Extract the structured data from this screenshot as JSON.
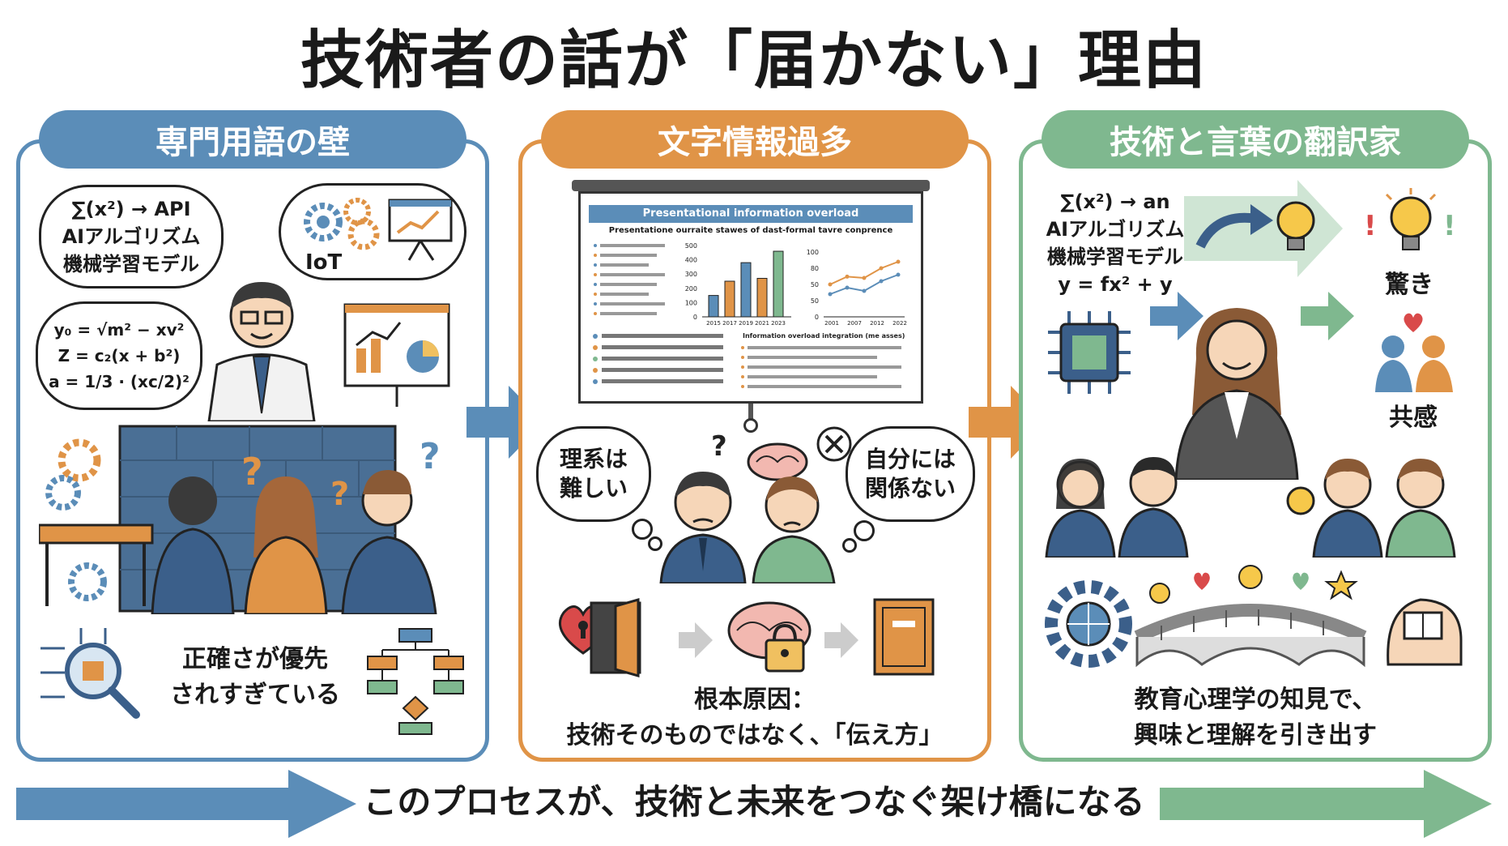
{
  "title": "技術者の話が「届かない」理由",
  "panels": [
    {
      "header": "専門用語の壁",
      "bubble_top": [
        "∑(x²) → API",
        "AIアルゴリズム",
        "機械学習モデル"
      ],
      "bubble_iot": "IoT",
      "bubble_math": [
        "y₀ = √m² − xv²",
        "Z = c₂(x + b²)",
        "a = 1/3 · (xc/2)²"
      ],
      "caption": [
        "正確さが優先",
        "されすぎている"
      ]
    },
    {
      "header": "文字情報過多",
      "slide_title": "Presentational information overload",
      "slide_subtitle": "Presentatione ourraite stawes of dast-formal tavre conprence",
      "bar_axis": [
        "500",
        "400",
        "300",
        "200",
        "100",
        "0"
      ],
      "bar_years": [
        "2015",
        "2017",
        "2019",
        "2021",
        "2023"
      ],
      "bar_values": [
        150,
        250,
        380,
        270,
        460
      ],
      "line_axis": [
        "100",
        "80",
        "50",
        "50",
        "0"
      ],
      "line_years": [
        "2001",
        "2007",
        "2012",
        "2022"
      ],
      "line_series_a": [
        50,
        62,
        60,
        75,
        85
      ],
      "line_series_b": [
        35,
        45,
        40,
        55,
        65
      ],
      "slide_right_heading": "Information overload integration (me asses)",
      "thought_left": [
        "理系は",
        "難しい"
      ],
      "thought_right": [
        "自分には",
        "関係ない"
      ],
      "caption": [
        "根本原因：",
        "技術そのものではなく、「伝え方」"
      ]
    },
    {
      "header": "技術と言葉の翻訳家",
      "formula": [
        "∑(x²) → an",
        "AIアルゴリズム",
        "機械学習モデル",
        "y = fx² + y"
      ],
      "label_surprise": "驚き",
      "label_empathy": "共感",
      "caption": [
        "教育心理学の知見で、",
        "興味と理解を引き出す"
      ]
    }
  ],
  "bottom_text": "このプロセスが、技術と未来をつなぐ架け橋になる",
  "colors": {
    "blue": "#5b8db8",
    "orange": "#e09447",
    "green": "#7fb88f"
  }
}
